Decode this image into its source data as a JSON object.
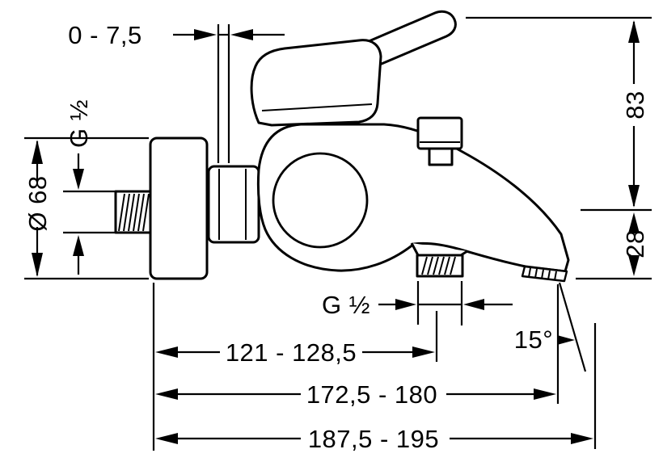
{
  "dimensions": {
    "wall_offset": "0 - 7,5",
    "inlet_thread": "G ½",
    "escutcheon_diameter": "Ø 68",
    "height_above": "83",
    "spout_height": "28",
    "outlet_thread": "G ½",
    "spout_angle": "15°",
    "wall_to_outlet": "121 - 128,5",
    "wall_to_aerator": "172,5 - 180",
    "wall_to_spout_tip": "187,5 - 195"
  },
  "colors": {
    "line": "#000000",
    "background": "#ffffff"
  }
}
